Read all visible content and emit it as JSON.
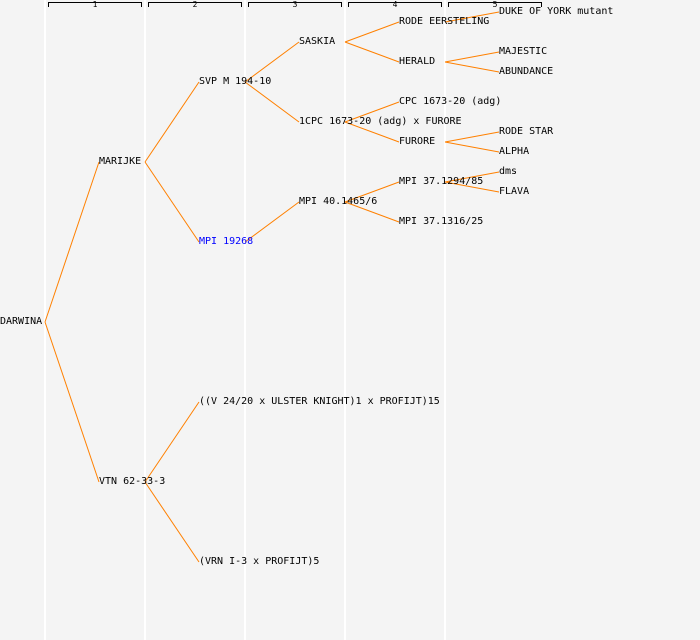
{
  "generations": [
    "1",
    "2",
    "3",
    "4",
    "5"
  ],
  "colors": {
    "line": "#ff8000",
    "link": "#0000ff",
    "text": "#000000"
  },
  "tree": {
    "name": "DARWINA",
    "parents": [
      {
        "name": "MARIJKE",
        "parents": [
          {
            "name": "SVP M 194-10",
            "parents": [
              {
                "name": "SASKIA",
                "parents": [
                  {
                    "name": "RODE EERSTELING",
                    "parents": [
                      {
                        "name": "DUKE OF YORK mutant"
                      }
                    ]
                  },
                  {
                    "name": "HERALD",
                    "parents": [
                      {
                        "name": "MAJESTIC"
                      },
                      {
                        "name": "ABUNDANCE"
                      }
                    ]
                  }
                ]
              },
              {
                "name": "1CPC 1673-20 (adg) x FURORE",
                "parents": [
                  {
                    "name": "CPC 1673-20 (adg)"
                  },
                  {
                    "name": "FURORE",
                    "parents": [
                      {
                        "name": "RODE STAR"
                      },
                      {
                        "name": "ALPHA"
                      }
                    ]
                  }
                ]
              }
            ]
          },
          {
            "name": "MPI 19268",
            "link": true,
            "parents": [
              {
                "name": "MPI 40.1465/6",
                "parents": [
                  {
                    "name": "MPI 37.1294/85",
                    "parents": [
                      {
                        "name": "dms"
                      },
                      {
                        "name": "FLAVA"
                      }
                    ]
                  },
                  {
                    "name": "MPI 37.1316/25"
                  }
                ]
              }
            ]
          }
        ]
      },
      {
        "name": "VTN 62-33-3",
        "parents": [
          {
            "name": "((V 24/20 x ULSTER KNIGHT)1 x PROFIJT)15"
          },
          {
            "name": "(VRN I-3 x PROFIJT)5"
          }
        ]
      }
    ]
  }
}
